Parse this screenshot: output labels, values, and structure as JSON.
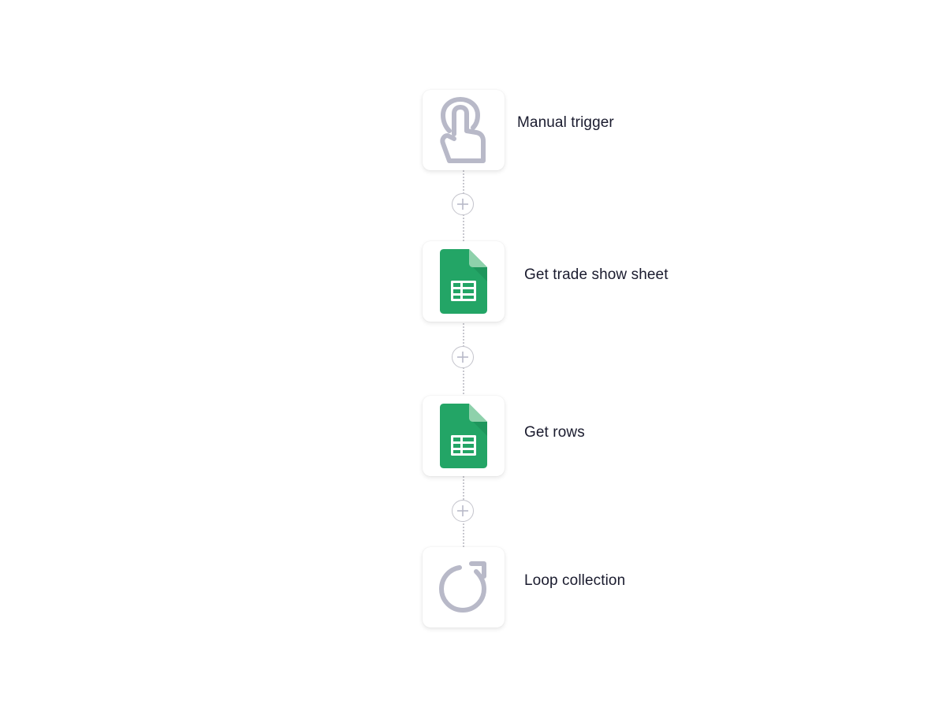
{
  "workflow": {
    "steps": [
      {
        "label": "Manual trigger",
        "icon": "hand-pointer-icon"
      },
      {
        "label": "Get trade show sheet",
        "icon": "google-sheets-icon"
      },
      {
        "label": "Get rows",
        "icon": "google-sheets-icon"
      },
      {
        "label": "Loop collection",
        "icon": "loop-icon"
      }
    ],
    "add_step_icon": "plus-icon",
    "colors": {
      "sheets_green": "#23a566",
      "sheets_fold": "#8ed1ab",
      "icon_gray": "#b8b9c8",
      "text": "#1a1b2e",
      "connector": "#c8c8cf"
    }
  }
}
